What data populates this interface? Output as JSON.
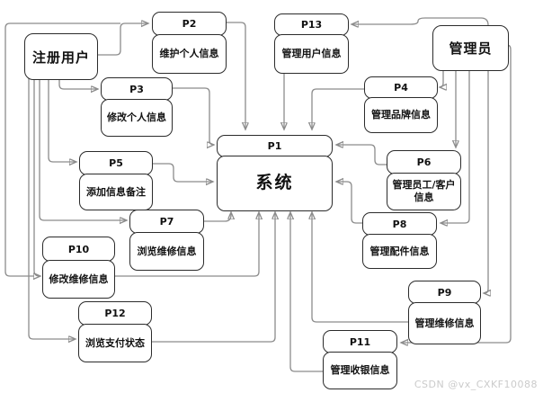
{
  "diagram": {
    "type": "data-flow-diagram",
    "colors": {
      "background": "#ffffff",
      "box_fill": "#ffffff",
      "box_border": "#2b2b2b",
      "connector": "#8c8c8c",
      "text": "#111111",
      "watermark": "#cbcbcb"
    },
    "actors": [
      {
        "id": "registered-user",
        "label": "注册用户"
      },
      {
        "id": "admin",
        "label": "管理员"
      }
    ],
    "system": {
      "id": "P1",
      "label": "系统"
    },
    "processes": [
      {
        "id": "P2",
        "label": "维护个人信息"
      },
      {
        "id": "P3",
        "label": "修改个人信息"
      },
      {
        "id": "P5",
        "label": "添加信息备注"
      },
      {
        "id": "P7",
        "label": "浏览维修信息"
      },
      {
        "id": "P10",
        "label": "修改维修信息"
      },
      {
        "id": "P12",
        "label": "浏览支付状态"
      },
      {
        "id": "P13",
        "label": "管理用户信息"
      },
      {
        "id": "P4",
        "label": "管理品牌信息"
      },
      {
        "id": "P6",
        "label": "管理员工/客户信息"
      },
      {
        "id": "P8",
        "label": "管理配件信息"
      },
      {
        "id": "P9",
        "label": "管理维修信息"
      },
      {
        "id": "P11",
        "label": "管理收银信息"
      }
    ],
    "connections": [
      {
        "from": "注册用户",
        "to": "P2"
      },
      {
        "from": "注册用户",
        "to": "P3"
      },
      {
        "from": "注册用户",
        "to": "P5"
      },
      {
        "from": "注册用户",
        "to": "P7"
      },
      {
        "from": "注册用户",
        "to": "P10"
      },
      {
        "from": "注册用户",
        "to": "P12"
      },
      {
        "from": "管理员",
        "to": "P13"
      },
      {
        "from": "管理员",
        "to": "P4"
      },
      {
        "from": "管理员",
        "to": "P6"
      },
      {
        "from": "管理员",
        "to": "P8"
      },
      {
        "from": "管理员",
        "to": "P9"
      },
      {
        "from": "管理员",
        "to": "P11"
      },
      {
        "from": "P2",
        "to": "P1"
      },
      {
        "from": "P3",
        "to": "P1"
      },
      {
        "from": "P5",
        "to": "P1"
      },
      {
        "from": "P7",
        "to": "P1"
      },
      {
        "from": "P10",
        "to": "P1"
      },
      {
        "from": "P12",
        "to": "P1"
      },
      {
        "from": "P13",
        "to": "P1"
      },
      {
        "from": "P4",
        "to": "P1"
      },
      {
        "from": "P6",
        "to": "P1"
      },
      {
        "from": "P8",
        "to": "P1"
      },
      {
        "from": "P9",
        "to": "P1"
      },
      {
        "from": "P11",
        "to": "P1"
      }
    ],
    "watermark": "CSDN @vx_CXKF10088"
  }
}
